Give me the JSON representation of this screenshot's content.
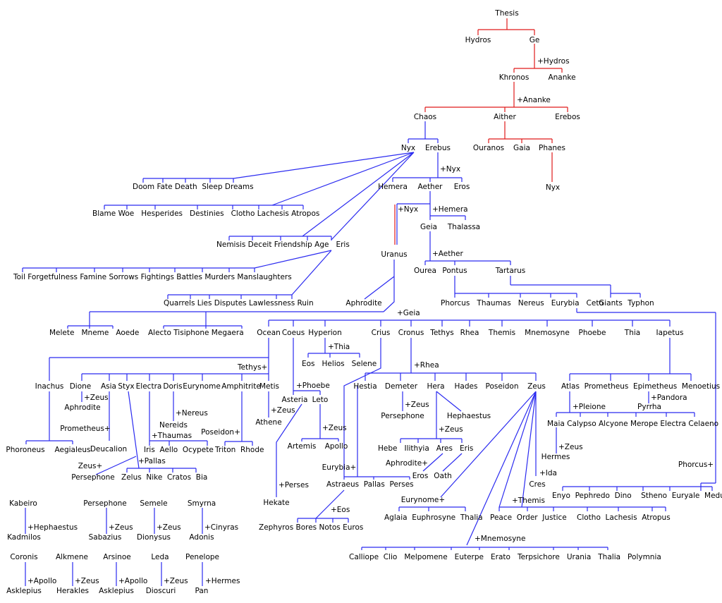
{
  "colors": {
    "ancestral": "#e01b1b",
    "lineage": "#2b2bf0"
  },
  "primordial": {
    "thesis": "Thesis",
    "hydros": "Hydros",
    "ge": "Ge",
    "plus_hydros": "+Hydros",
    "khronos": "Khronos",
    "ananke": "Ananke",
    "plus_ananke": "+Ananke",
    "chaos": "Chaos",
    "aither": "Aither",
    "erebos": "Erebos",
    "ouranos": "Ouranos",
    "gaia": "Gaia",
    "phanes": "Phanes",
    "nyx_r": "Nyx"
  },
  "night": {
    "nyx": "Nyx",
    "erebus": "Erebus",
    "plus_nyx": "+Nyx",
    "hemera": "Hemera",
    "aether": "Aether",
    "eros": "Eros",
    "g1": "Doom Fate Death  Sleep Dreams",
    "g2": "Blame Woe   Hesperides   Destinies   Clotho Lachesis Atropos",
    "g3": "Nemisis Deceit Friendship Age   Eris",
    "g4": "Toil Forgetfulness Famine Sorrows Fightings Battles Murders Manslaughters",
    "g5": "Quarrels Lies Disputes Lawlessness Ruin",
    "plus_nyx2": "+Nyx",
    "plus_hemera": "+Hemera",
    "geia": "Geia",
    "thalassa": "Thalassa",
    "uranus": "Uranus",
    "plus_aether": "+Aether",
    "ourea": "Ourea",
    "pontus": "Pontus",
    "tartarus": "Tartarus",
    "pontus_children": "Phorcus   Thaumas   Nereus   Eurybia   Ceto",
    "giants": "Giants",
    "typhon": "Typhon",
    "aphrodite": "Aphrodite",
    "plus_geia": "+Geia"
  },
  "uranus_line": {
    "muses": "Melete   Mneme   Aoede",
    "furies": "Alecto Tisiphone Megaera",
    "ocean": "Ocean",
    "coeus": "Coeus",
    "hyperion": "Hyperion",
    "crius": "Crius",
    "cronus": "Cronus",
    "tethys": "Tethys",
    "rhea": "Rhea",
    "themis": "Themis",
    "mnemosyne": "Mnemosyne",
    "phoebe": "Phoebe",
    "thia": "Thia",
    "iapetus": "Iapetus"
  },
  "lower": {
    "tethys_plus": "Tethys+",
    "inachus": "Inachus",
    "dione": "Dione",
    "asia": "Asia",
    "styx": "Styx",
    "electra": "Electra",
    "doris": "Doris",
    "eurynome": "Eurynome",
    "amphitrite": "Amphitrite",
    "metis": "Metis",
    "plus_zeus_a": "+Zeus",
    "aphrodite2": "Aphrodite",
    "prometheus_plus": "Prometheus+",
    "deucalion": "Deucalion",
    "phoroneus": "Phoroneus",
    "aegialeus": "Aegialeus",
    "plus_nereus": "+Nereus",
    "nereids": "Nereids",
    "plus_thaumas": "+Thaumas",
    "iris_group": "Iris  Aello  Ocypete",
    "poseidon_plus": "Poseidon+",
    "triton_rhode": "Triton  Rhode",
    "plus_zeus_m": "+Zeus",
    "athene": "Athene",
    "zeus_plus": "Zeus+",
    "plus_pallas": "+Pallas",
    "persephone1": "Persephone",
    "styx_children": "Zelus  Nike  Cratos  Bia",
    "plus_thia": "+Thia",
    "eos_group": "Eos   Helios   Selene",
    "plus_phoebe": "+Phoebe",
    "asteria": "Asteria",
    "leto": "Leto",
    "plus_zeus_l": "+Zeus",
    "artemis": "Artemis",
    "apollo": "Apollo",
    "plus_perses": "+Perses",
    "hekate": "Hekate",
    "eurybia_plus": "Eurybia+",
    "astraeus_group": "Astraeus  Pallas  Perses",
    "plus_eos": "+Eos",
    "winds": "Zephyros Bores Notos Euros",
    "plus_rhea": "+Rhea",
    "hestia": "Hestia",
    "demeter": "Demeter",
    "hera": "Hera",
    "hades": "Hades",
    "poseidon": "Poseidon",
    "zeus": "Zeus",
    "plus_zeus_d": "+Zeus",
    "persephone2": "Persephone",
    "hephaestus": "Hephaestus",
    "plus_zeus_h": "+Zeus",
    "hera_children": "Hebe   Ilithyia   Ares   Eris",
    "aphrodite_plus": "Aphrodite+",
    "eros2": "Eros",
    "oath": "Oath",
    "plus_ida": "+Ida",
    "cres": "Cres",
    "eurynome_plus": "Eurynome+",
    "graces": "Aglaia  Euphrosyne  Thalia",
    "plus_themis": "+Themis",
    "horae": "Peace  Order  Justice",
    "fates": "Clotho  Lachesis  Atropus",
    "plus_mnemosyne": "+Mnemosyne",
    "muses9": "Calliope  Clio   Melpomene   Euterpe   Erato   Terpsichore   Urania   Thalia   Polymnia",
    "iapetus_children": "Atlas  Prometheus  Epimetheus  Menoetius",
    "plus_pleione": "+Pleione",
    "plus_pandora": "+Pandora",
    "pyrrha": "Pyrrha",
    "pleiades": "Maia Calypso Alcyone Merope Electra Celaeno",
    "plus_zeus_maia": "+Zeus",
    "hermes": "Hermes",
    "phorcus_plus": "Phorcus+",
    "gorgons": "Enyo  Pephredo  Dino    Stheno  Euryale  Medusa"
  },
  "mortals": {
    "kabeiro": "Kabeiro",
    "plus_hephaestus": "+Hephaestus",
    "kadmilos": "Kadmilos",
    "persephone3": "Persephone",
    "plus_zeus_p": "+Zeus",
    "sabazius": "Sabazius",
    "semele": "Semele",
    "plus_zeus_s": "+Zeus",
    "dionysus": "Dionysus",
    "smyrna": "Smyrna",
    "plus_cinyras": "+Cinyras",
    "adonis": "Adonis",
    "coronis": "Coronis",
    "plus_apollo_c": "+Apollo",
    "asklepius1": "Asklepius",
    "alkmene": "Alkmene",
    "plus_zeus_al": "+Zeus",
    "herakles": "Herakles",
    "arsinoe": "Arsinoe",
    "plus_apollo_a": "+Apollo",
    "asklepius2": "Asklepius",
    "leda": "Leda",
    "plus_zeus_le": "+Zeus",
    "dioscuri": "Dioscuri",
    "penelope": "Penelope",
    "plus_hermes": "+Hermes",
    "pan": "Pan"
  }
}
